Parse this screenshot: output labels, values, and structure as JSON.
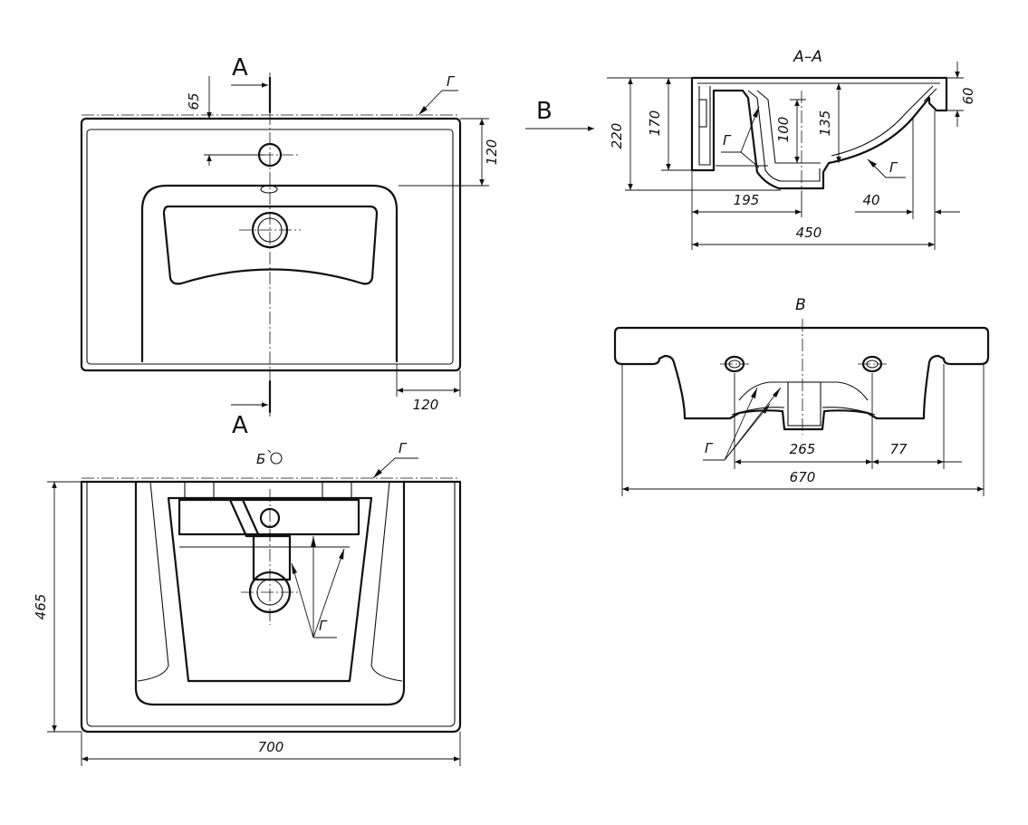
{
  "views": {
    "section_label": "А–А",
    "view_label": "В",
    "section_mark": "А",
    "view_mark": "В",
    "rotate_label": "Б"
  },
  "callout_letter": "Г",
  "dimensions": {
    "top_65": "65",
    "top_120_right": "120",
    "top_120_bottom": "120",
    "section_220": "220",
    "section_170": "170",
    "section_100": "100",
    "section_135": "135",
    "section_60": "60",
    "section_195": "195",
    "section_40": "40",
    "section_450": "450",
    "view_265": "265",
    "view_77": "77",
    "view_670": "670",
    "bottom_465": "465",
    "bottom_700": "700"
  }
}
